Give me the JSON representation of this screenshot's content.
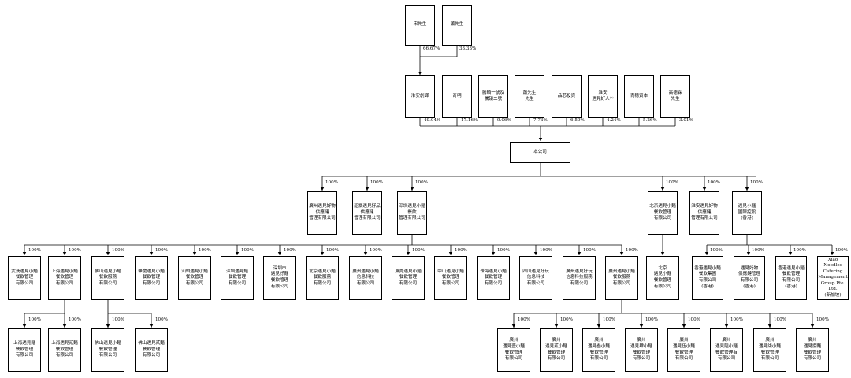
{
  "shareholders_top": [
    {
      "id": "song",
      "label": "宋先生",
      "pct": "66.67%"
    },
    {
      "id": "xiao",
      "label": "蕭先生",
      "pct": "33.33%"
    }
  ],
  "shareholders": [
    {
      "id": "jinhui",
      "label": "淮安創輝",
      "pct": "49.04%"
    },
    {
      "id": "qiming",
      "label": "奇明",
      "pct": "17.16%"
    },
    {
      "id": "fuyuan",
      "label": "騰碩一號及\n騰碩二號",
      "pct": "9.06%"
    },
    {
      "id": "xiao2",
      "label": "蕭先生\n先生",
      "pct": "7.73%"
    },
    {
      "id": "pinxin",
      "label": "品芯投資",
      "pct": "6.50%"
    },
    {
      "id": "huaian_yj",
      "label": "淮安\n遇見好人⁽¹⁾",
      "pct": "4.24%"
    },
    {
      "id": "qingwei",
      "label": "青穗資本",
      "pct": "5.26%"
    },
    {
      "id": "gao",
      "label": "高德霖\n先生",
      "pct": "3.01%"
    }
  ],
  "company": "本公司",
  "level1": [
    {
      "id": "gz_sc",
      "label": "廣州遇見好物\n供應鏈\n管理有限公司",
      "pct": "100%"
    },
    {
      "id": "zq_sc",
      "label": "韶關遇見好品\n供應鏈\n管理有限公司",
      "pct": "100%"
    },
    {
      "id": "sz_cy",
      "label": "深圳遇見小麵\n餐飲\n管理有限公司",
      "pct": "100%"
    },
    {
      "id": "bj_cy",
      "label": "北京遇見小麵\n餐飲管理\n有限公司",
      "pct": "100%"
    },
    {
      "id": "ha_sc",
      "label": "淮安遇見好物\n供應鏈\n管理有限公司",
      "pct": "100%"
    },
    {
      "id": "yj_intl",
      "label": "遇見小麵\n國際控股\n(香港)",
      "pct": "100%"
    }
  ],
  "level2_sz": [
    {
      "id": "wh",
      "label": "武漢遇見小麵\n餐飲管理\n有限公司",
      "pct": "100%"
    },
    {
      "id": "sh",
      "label": "上海遇見小麵\n餐飲管理\n有限公司",
      "pct": "100%"
    },
    {
      "id": "fs",
      "label": "佛山遇見小麵\n餐飲服務\n有限公司",
      "pct": "100%"
    },
    {
      "id": "zq",
      "label": "肇慶遇見小麵\n餐飲管理\n有限公司",
      "pct": "100%"
    },
    {
      "id": "st",
      "label": "汕頭遇見小麵\n餐飲管理\n有限公司",
      "pct": "100%"
    },
    {
      "id": "szyj",
      "label": "深圳遇見麵\n餐飲管理\n有限公司",
      "pct": "100%"
    },
    {
      "id": "szs",
      "label": "深圳市\n遇見好麵\n餐飲管理\n有限公司",
      "pct": "100%"
    },
    {
      "id": "bjcy",
      "label": "北京遇見小麵\n餐飲服務\n有限公司",
      "pct": "100%"
    },
    {
      "id": "gzxx",
      "label": "廣州遇見小麵\n信息科技\n有限公司",
      "pct": "100%"
    },
    {
      "id": "dg",
      "label": "東莞遇見小麵\n餐飲管理\n有限公司",
      "pct": "100%"
    },
    {
      "id": "zs",
      "label": "中山遇見小麵\n餐飲管理\n有限公司",
      "pct": "100%"
    },
    {
      "id": "zh",
      "label": "珠海遇見小麵\n餐飲管理\n有限公司",
      "pct": "100%"
    },
    {
      "id": "sc",
      "label": "四川遇見好玩\n信息科技\n有限公司",
      "pct": "100%"
    },
    {
      "id": "gzhw",
      "label": "廣州遇見好玩\n信息科技服務\n有限公司",
      "pct": "100%"
    },
    {
      "id": "gzcy",
      "label": "廣州遇見小麵\n餐飲服務\n有限公司",
      "pct": "100%"
    }
  ],
  "level2_bj": {
    "id": "bj2",
    "label": "北京\n遇見小麵\n餐飲管理\n有限公司"
  },
  "level2_intl": [
    {
      "id": "hk1",
      "label": "香港遇見小麵\n餐飲集團\n有限公司\n(香港)",
      "pct": "100%"
    },
    {
      "id": "hk2",
      "label": "遇見好物\n供應鏈管理\n有限公司\n(香港)",
      "pct": "100%"
    },
    {
      "id": "hk3",
      "label": "香港遇見小麵\n餐飲管理\n有限公司\n(香港)",
      "pct": "100%"
    },
    {
      "id": "sg",
      "label": "Xiao Noodles\nCatering\nManagement\nGroup Pte. Ltd.\n(新加坡)",
      "pct": "100%"
    }
  ],
  "level3_sh": [
    {
      "id": "sh1",
      "label": "上海遇見麵\n餐飲管理\n有限公司",
      "pct": "100%"
    },
    {
      "id": "sh2",
      "label": "上海遇見貳麵\n餐飲管理\n有限公司",
      "pct": "100%"
    }
  ],
  "level3_fs": [
    {
      "id": "fs1",
      "label": "佛山遇見小麵\n餐飲管理\n有限公司",
      "pct": "100%"
    },
    {
      "id": "fs2",
      "label": "佛山遇見貳麵\n餐飲管理\n有限公司",
      "pct": "100%"
    }
  ],
  "level3_gz": [
    {
      "id": "g1",
      "label": "廣州\n遇見壹小麵\n餐飲管理\n有限公司",
      "pct": "100%"
    },
    {
      "id": "g2",
      "label": "廣州\n遇見貳小麵\n餐飲管理\n有限公司",
      "pct": "100%"
    },
    {
      "id": "g3",
      "label": "廣州\n遇見叁小麵\n餐飲管理\n有限公司",
      "pct": "100%"
    },
    {
      "id": "g4",
      "label": "廣州\n遇見肆小麵\n餐飲管理\n有限公司",
      "pct": "100%"
    },
    {
      "id": "g5",
      "label": "廣州\n遇見伍小麵\n餐飲管理\n有限公司",
      "pct": "100%"
    },
    {
      "id": "g6",
      "label": "廣州\n遇見陸小麵\n餐飲管理有\n有限公司",
      "pct": "100%"
    },
    {
      "id": "g7",
      "label": "廣州\n遇見柒小麵\n餐飲管理\n有限公司",
      "pct": "100%"
    },
    {
      "id": "g8",
      "label": "廣州\n遇見捌麵\n餐飲管理\n有限公司",
      "pct": "100%"
    }
  ]
}
